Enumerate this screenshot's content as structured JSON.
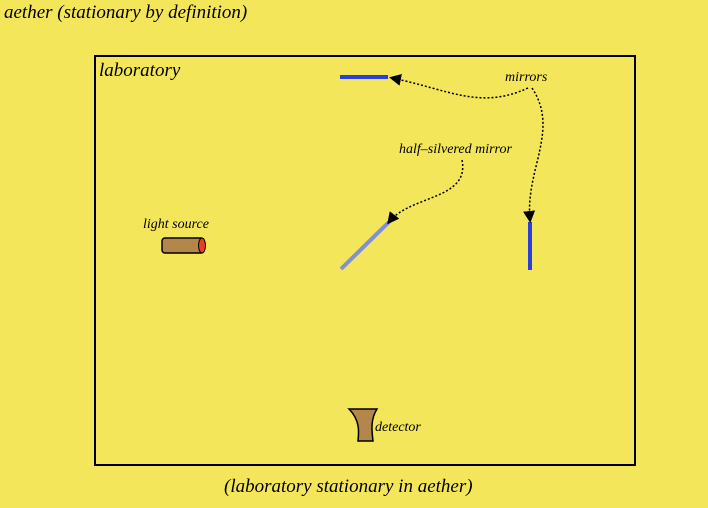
{
  "title": "aether (stationary by definition)",
  "lab_label": "laboratory",
  "labels": {
    "mirrors": "mirrors",
    "half_silvered": "half–silvered mirror",
    "light_source": "light source",
    "detector": "detector"
  },
  "caption": "(laboratory stationary in aether)",
  "colors": {
    "background": "#f3e65a",
    "mirror": "#2a3fe0",
    "half_mirror": "#7f8fd8",
    "device": "#b3864a",
    "lens": "#e8401a"
  }
}
